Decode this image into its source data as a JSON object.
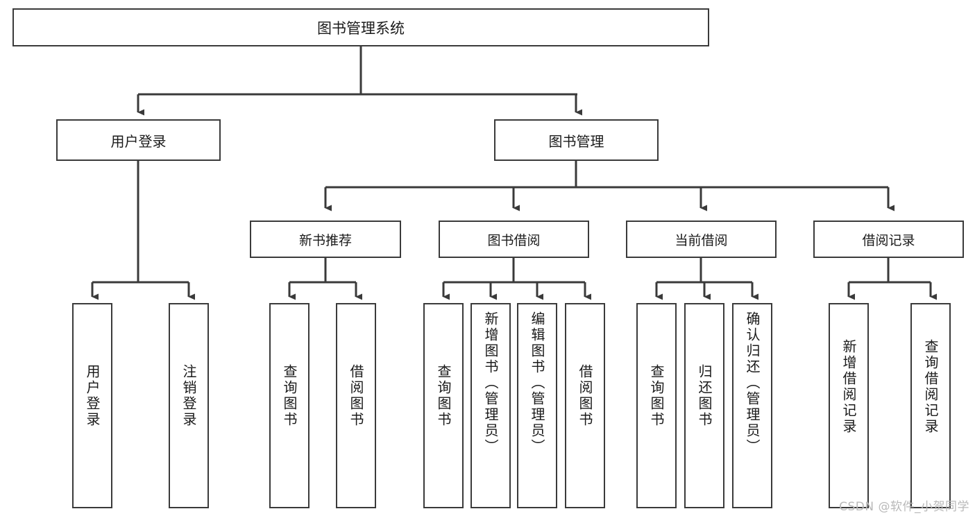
{
  "diagram": {
    "title": "图书管理系统",
    "type": "hierarchy-tree",
    "root": {
      "id": "root",
      "label": "图书管理系统"
    },
    "level1": [
      {
        "id": "user-login",
        "label": "用户登录"
      },
      {
        "id": "book-manage",
        "label": "图书管理"
      }
    ],
    "level2": [
      {
        "id": "new-book-recommend",
        "label": "新书推荐"
      },
      {
        "id": "book-borrow",
        "label": "图书借阅"
      },
      {
        "id": "current-borrow",
        "label": "当前借阅"
      },
      {
        "id": "borrow-record",
        "label": "借阅记录"
      }
    ],
    "leaves": [
      {
        "id": "leaf-user-login",
        "label": "用户登录",
        "parent": "user-login"
      },
      {
        "id": "leaf-logout-login",
        "label": "注销登录",
        "parent": "user-login"
      },
      {
        "id": "leaf-query-book-1",
        "label": "查询图书",
        "parent": "new-book-recommend"
      },
      {
        "id": "leaf-borrow-book-1",
        "label": "借阅图书",
        "parent": "new-book-recommend"
      },
      {
        "id": "leaf-query-book-2",
        "label": "查询图书",
        "parent": "book-borrow"
      },
      {
        "id": "leaf-add-book",
        "label": "新增图书（管理员）",
        "parent": "book-borrow"
      },
      {
        "id": "leaf-edit-book",
        "label": "编辑图书（管理员）",
        "parent": "book-borrow"
      },
      {
        "id": "leaf-borrow-book-2",
        "label": "借阅图书",
        "parent": "book-borrow"
      },
      {
        "id": "leaf-query-book-3",
        "label": "查询图书",
        "parent": "current-borrow"
      },
      {
        "id": "leaf-return-book",
        "label": "归还图书",
        "parent": "current-borrow"
      },
      {
        "id": "leaf-confirm-return",
        "label": "确认归还（管理员）",
        "parent": "current-borrow"
      },
      {
        "id": "leaf-add-record",
        "label": "新增借阅记录",
        "parent": "borrow-record"
      },
      {
        "id": "leaf-query-record",
        "label": "查询借阅记录",
        "parent": "borrow-record"
      }
    ],
    "colors": {
      "line": "#3a3a3a",
      "box_border": "#3a3a3a",
      "box_fill": "#ffffff",
      "text": "#1a1a1a",
      "background": "#ffffff",
      "watermark": "#b9b9b9"
    }
  },
  "watermark": {
    "text": "CSDN @软件_小贺同学"
  }
}
